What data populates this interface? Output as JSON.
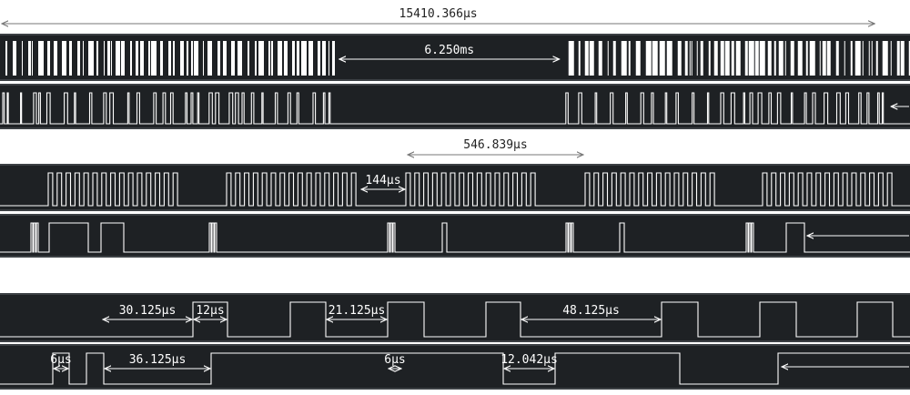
{
  "colors": {
    "background": "#ffffff",
    "track": "#1e2124",
    "track_border": "#3c4044",
    "signal": "#ffffff",
    "label_on_white": "#222222",
    "label_on_dark": "#ffffff"
  },
  "panels": [
    {
      "id": "overview",
      "top_measure": {
        "label": "15410.366µs",
        "start": 0,
        "end": 15410.366
      },
      "tracks": [
        {
          "id": "ch0",
          "style": "dense",
          "range": [
            0,
            16000
          ],
          "busy": [
            [
              0,
              5900
            ],
            [
              9900,
              16000
            ]
          ],
          "measures": [
            {
              "label": "6.250ms",
              "start": 5950,
              "end": 9850
            }
          ]
        },
        {
          "id": "ch1",
          "style": "burst",
          "range": [
            0,
            16000
          ],
          "busy": [
            [
              0,
              5800
            ],
            [
              9900,
              15600
            ]
          ],
          "measures": [
            {
              "label": "",
              "start": 15650,
              "end": 16000
            }
          ]
        }
      ]
    },
    {
      "id": "zoom1",
      "top_measure": {
        "label": "546.839µs",
        "start": 446,
        "end": 643
      },
      "tracks": [
        {
          "id": "ch0",
          "style": "pulse",
          "range": [
            0,
            1000
          ],
          "bursts": [
            [
              53,
              198
            ],
            [
              249,
              396
            ],
            [
              446,
              592
            ],
            [
              643,
              787
            ],
            [
              838,
              985
            ]
          ],
          "period": 9.8,
          "duty": 0.5,
          "measures": [
            {
              "label": "144µs",
              "start": 396,
              "end": 446
            }
          ]
        },
        {
          "id": "ch1",
          "style": "steps",
          "range": [
            0,
            1000
          ],
          "edges": [
            34,
            36,
            37,
            39,
            40,
            42,
            54,
            97,
            111,
            136,
            230,
            232,
            233,
            235,
            236,
            238,
            426,
            428,
            429,
            431,
            432,
            434,
            486,
            491,
            622,
            624,
            625,
            627,
            628,
            630,
            681,
            686,
            820,
            822,
            823,
            825,
            826,
            828,
            864,
            884
          ],
          "measures": [
            {
              "label": "",
              "start": 886,
              "end": 1000
            }
          ]
        }
      ]
    },
    {
      "id": "zoom2",
      "tracks": [
        {
          "id": "ch0",
          "style": "steps",
          "range": [
            0,
            1000
          ],
          "edges": [
            212,
            250,
            319,
            358,
            426,
            466,
            534,
            572,
            727,
            767,
            835,
            875,
            942,
            981
          ],
          "measures": [
            {
              "label": "30.125µs",
              "start": 112,
              "end": 212
            },
            {
              "label": "12µs",
              "start": 212,
              "end": 250
            },
            {
              "label": "21.125µs",
              "start": 358,
              "end": 426
            },
            {
              "label": "48.125µs",
              "start": 572,
              "end": 727
            }
          ]
        },
        {
          "id": "ch1",
          "style": "steps",
          "range": [
            0,
            1000
          ],
          "edges": [
            58,
            76,
            95,
            114,
            232,
            553,
            610,
            747,
            855
          ],
          "measures": [
            {
              "label": "6µs",
              "start": 58,
              "end": 76
            },
            {
              "label": "36.125µs",
              "start": 114,
              "end": 232
            },
            {
              "label": "6µs",
              "start": 426,
              "end": 442
            },
            {
              "label": "12.042µs",
              "start": 553,
              "end": 610
            },
            {
              "label": "",
              "start": 858,
              "end": 1000
            }
          ]
        }
      ]
    }
  ]
}
